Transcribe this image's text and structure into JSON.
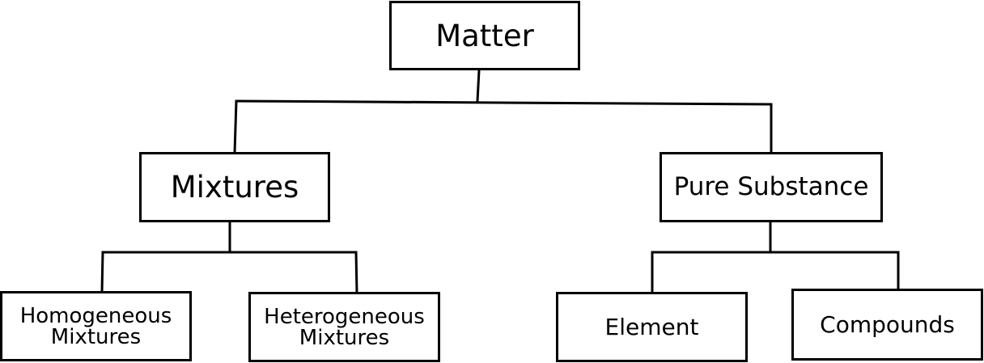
{
  "diagram": {
    "root": {
      "label": "Matter"
    },
    "mixtures": {
      "label": "Mixtures"
    },
    "pure": {
      "label": "Pure Substance"
    },
    "homogeneous": {
      "line1": "Homogeneous",
      "line2": "Mixtures"
    },
    "heterogeneous": {
      "line1": "Heterogeneous",
      "line2": "Mixtures"
    },
    "element": {
      "label": "Element"
    },
    "compounds": {
      "label": "Compounds"
    }
  }
}
